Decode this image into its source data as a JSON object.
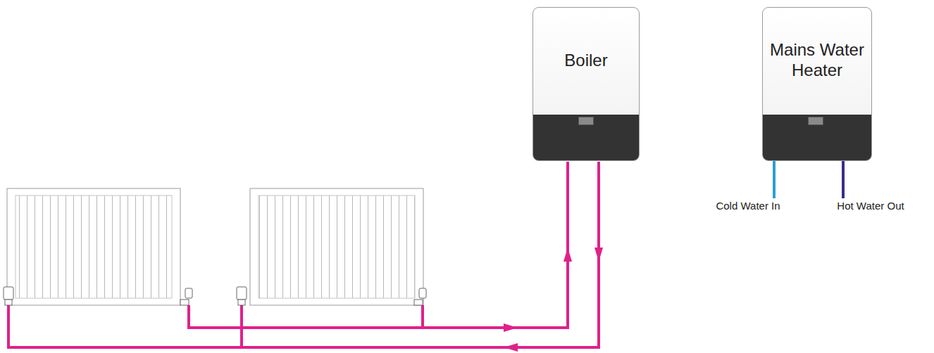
{
  "diagram": {
    "nodes": [
      {
        "text": [
          "Boiler"
        ]
      },
      {
        "text": [
          "Mains Water Heater"
        ]
      }
    ],
    "labels": [
      "Cold Water In",
      "Hot Water Out"
    ]
  }
}
